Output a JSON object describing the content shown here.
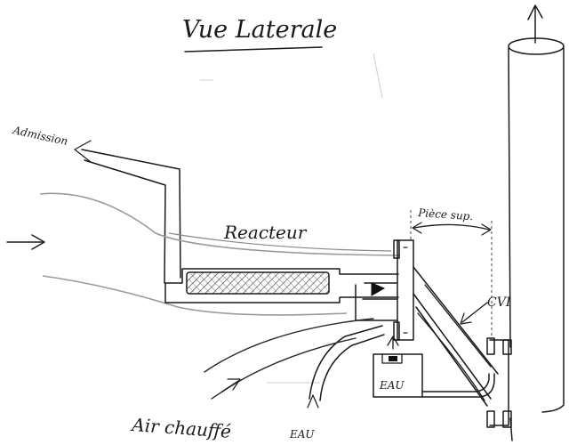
{
  "diagram": {
    "title": "Vue Laterale",
    "labels": {
      "admission": "Admission",
      "reacteur": "Reacteur",
      "piece_sup": "Pièce sup.",
      "cvi": "CVI",
      "eau_tank": "EAU",
      "eau_pipe": "EAU",
      "air_chauffe": "Air chauffé"
    }
  }
}
